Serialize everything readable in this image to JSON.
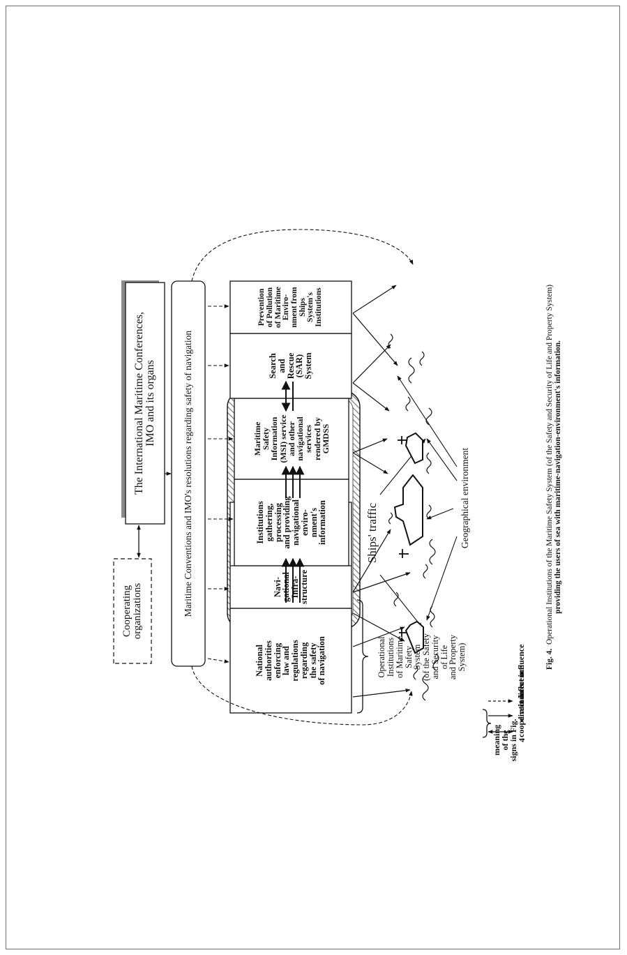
{
  "diagram": {
    "conferences": "The International Maritime Conferences,\nIMO and its organs",
    "cooperating": "Cooperating organizations",
    "conventions": "Maritime Conventions and IMO's resolutions regarding safety of navigation",
    "institutions": [
      "National\nauthorities\nenforcing\nlaw and\nregulations\nregarding\nthe safety\nof navigation",
      "Navi-\ngational\nInfra-\nstructure",
      "Institutions\ngathering,\nprocessing\nand providing\nnavigational\nenviro-\nnment's\ninformation",
      "Maritime\nSafety\nInformation\n(MSI) service\nand other\nnavigational\nservices\nrendered by\nGMDSS",
      "Search\nand\nRescue\n(SAR)\nSystem",
      "Prevention\nof Pollution\nof Maritime\nEnviro-\nnment from\nShips\nSystem's\nInstitutions"
    ],
    "operational_label": "Operational\nInstitutions\nof Maritime\nSafety\nSystem\n(of the Safety\nand Security\nof Life\nand Property\nSystem)",
    "ships_traffic": "Ships' traffic",
    "geo_env": "Geographical environment"
  },
  "legend": {
    "meaning": "meaning\nof the\nsigns in Fig.\n4",
    "cooperation": "cooperation",
    "direct": "direct influence",
    "indirect": "indirect influence"
  },
  "caption": {
    "bold": "Fig. 4.",
    "line1": "Operational Institutions of the Maritime Safety System (of the Safety and Security of Life and Property System)",
    "line2": "providing the users of sea with maritime-navigation-environment's information."
  }
}
